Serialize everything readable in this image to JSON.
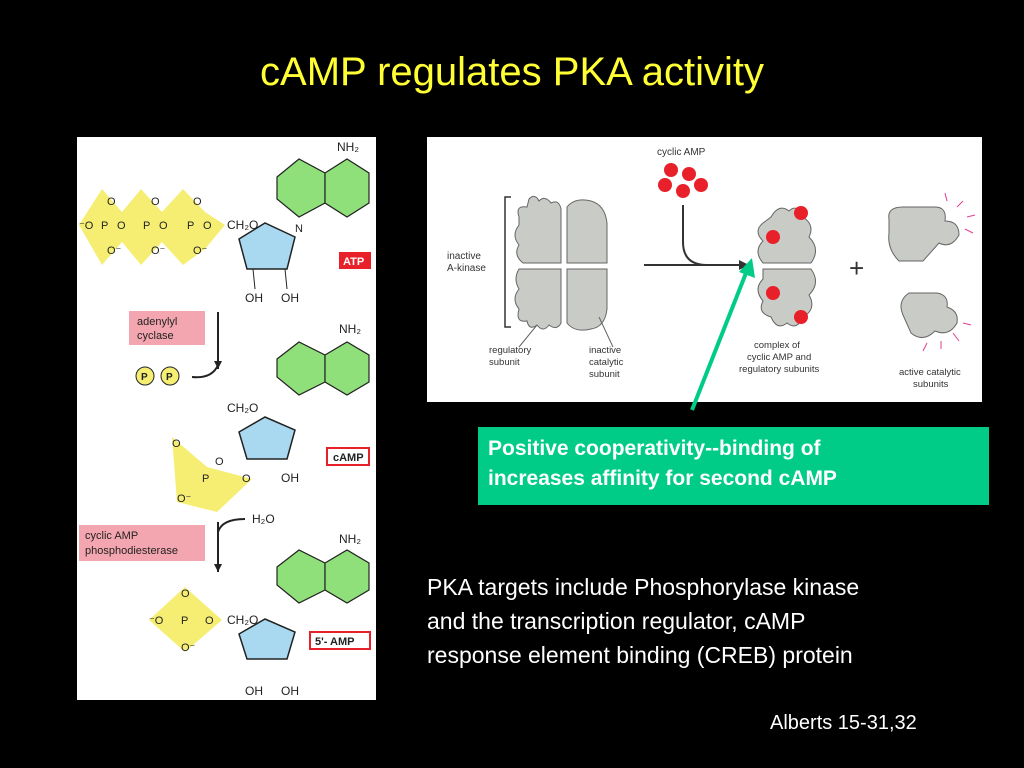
{
  "title": "cAMP regulates PKA activity",
  "pathway": {
    "atp_label": "ATP",
    "camp_label": "cAMP",
    "amp_label": "5'- AMP",
    "enzyme1": [
      "adenylyl",
      "cyclase"
    ],
    "enzyme2": [
      "cyclic AMP",
      "phosphodiesterase"
    ],
    "water": "H₂O",
    "pp": [
      "P",
      "P"
    ],
    "nh2": "NH₂",
    "oh": "OH",
    "ch2o": "CH₂O",
    "n": "N"
  },
  "kinase": {
    "cyclic_amp": "cyclic AMP",
    "inactive_akinase": [
      "inactive",
      "A-kinase"
    ],
    "regulatory_subunit": [
      "regulatory",
      "subunit"
    ],
    "inactive_catalytic": [
      "inactive",
      "catalytic",
      "subunit"
    ],
    "complex": [
      "complex of",
      "cyclic AMP and",
      "regulatory subunits"
    ],
    "active_catalytic": [
      "active catalytic",
      "subunits"
    ],
    "plus": "+"
  },
  "cooperativity": [
    "Positive cooperativity--binding of",
    "increases affinity for second cAMP"
  ],
  "targets": [
    "PKA targets include Phosphorylase kinase",
    "and the transcription regulator, cAMP",
    "response element binding (CREB) protein"
  ],
  "citation": "Alberts 15-31,32",
  "colors": {
    "title": "#ffff33",
    "box": "#00cc88",
    "camp_dot": "#e8202a",
    "phosphate": "#f5ee73",
    "ribose": "#a9d9f0",
    "base": "#8fe07a"
  }
}
